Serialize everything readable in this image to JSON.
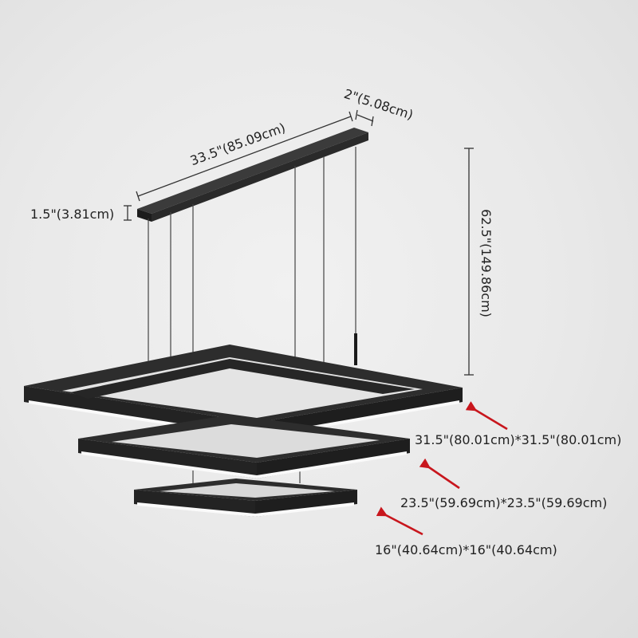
{
  "dimensions": {
    "canopy_length": "33.5\"(85.09cm)",
    "canopy_width": "2\"(5.08cm)",
    "canopy_height": "1.5\"(3.81cm)",
    "overall_drop": "62.5\"(149.86cm)",
    "ring_large": "31.5\"(80.01cm)*31.5\"(80.01cm)",
    "ring_medium": "23.5\"(59.69cm)*23.5\"(59.69cm)",
    "ring_small": "16\"(40.64cm)*16\"(40.64cm)"
  },
  "colors": {
    "frame": "#232323",
    "light": "#fafafa",
    "arrow": "#c8161d",
    "background": "#ebebeb"
  }
}
